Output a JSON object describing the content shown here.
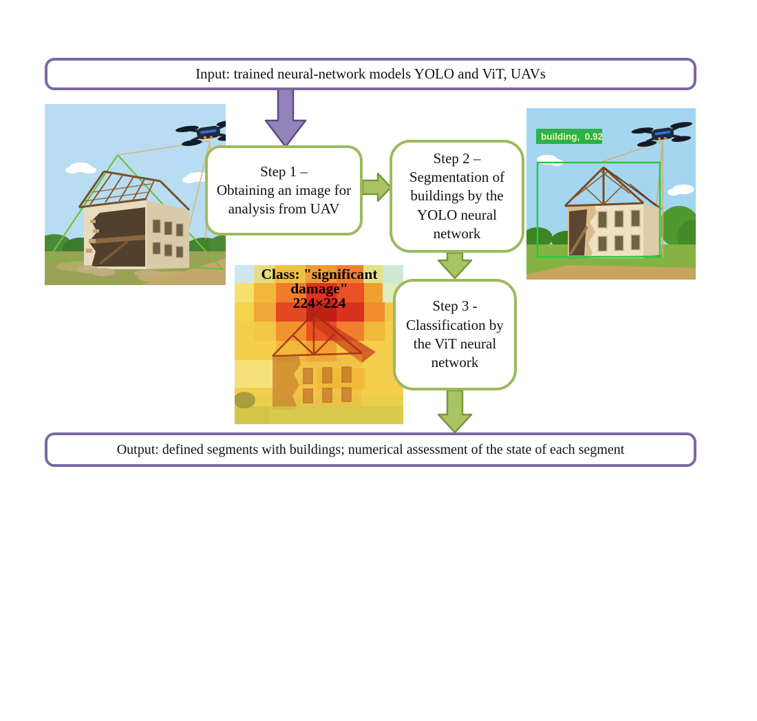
{
  "palette": {
    "purple_border": "#7c68a0",
    "purple_arrow_fill": "#9283ba",
    "purple_arrow_stroke": "#5d4a7e",
    "green_box_border": "#9cba5c",
    "green_arrow_fill": "#a9c463",
    "green_arrow_stroke": "#789540",
    "bbox_green": "#27c840",
    "detection_label_bg": "#2bb24a",
    "detection_label_text": "#eef6a6",
    "heat_hot": "#c02014",
    "heat_warm": "#ee7c2c",
    "heat_base": "#f3cf4d",
    "heat_cool": "#cfe6ee"
  },
  "input_box": {
    "text": "Input: trained neural-network models YOLO and ViT, UAVs"
  },
  "steps": [
    {
      "text": "Step 1 –\nObtaining an image for\nanalysis from UAV"
    },
    {
      "text": "Step 2 –\nSegmentation of\nbuildings by the\nYOLO neural\nnetwork"
    },
    {
      "text": "Step 3 -\nClassification by\nthe ViT neural\nnetwork"
    }
  ],
  "detection": {
    "label": "building,  0.92"
  },
  "heatmap": {
    "caption": "Class: \"significant\ndamage\"\n224×224"
  },
  "output_box": {
    "text": "Output: defined segments with buildings; numerical assessment of the state of each segment"
  }
}
